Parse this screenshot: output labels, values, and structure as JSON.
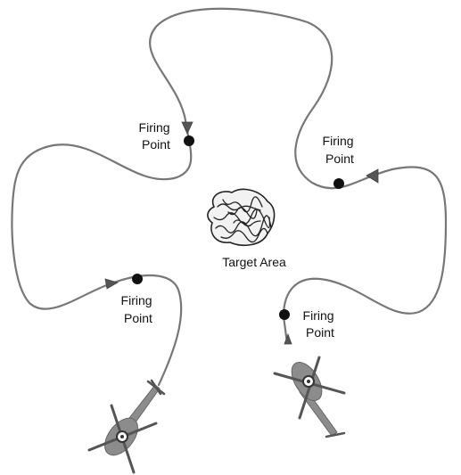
{
  "labels": {
    "firing_point_top_left": [
      "Firing",
      "Point"
    ],
    "firing_point_top_right": [
      "Firing",
      "Point"
    ],
    "firing_point_bottom_left": [
      "Firing",
      "Point"
    ],
    "firing_point_bottom_right": [
      "Firing",
      "Point"
    ],
    "target_area": "Target Area"
  },
  "icons": {
    "helicopter_left": "helicopter-icon",
    "helicopter_right": "helicopter-icon",
    "target": "target-blob-icon"
  },
  "colors": {
    "path": "#777777",
    "arrow": "#555555",
    "firing_point": "#111111",
    "helicopter": "#8c8c8c"
  }
}
